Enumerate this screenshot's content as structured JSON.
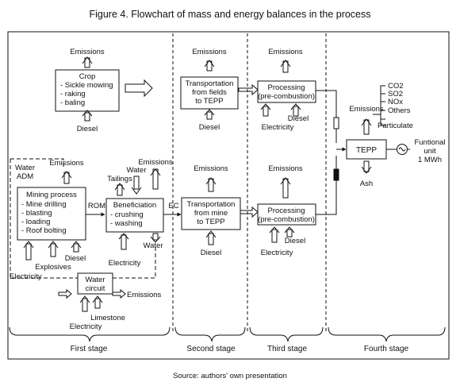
{
  "title": "Figure 4. Flowchart of mass and energy balances in the process",
  "source": "Source: authors' own presentation",
  "stages": [
    "First stage",
    "Second stage",
    "Third stage",
    "Fourth stage"
  ],
  "crop": {
    "emissions": "Emissions",
    "heading": "Crop",
    "items": [
      "- Sickle mowing",
      "- raking",
      "- baling"
    ],
    "diesel": "Diesel"
  },
  "transport_fields": {
    "emissions": "Emissions",
    "lines": [
      "Transportation",
      "from fields",
      "to TEPP"
    ],
    "diesel": "Diesel"
  },
  "processing_top": {
    "emissions": "Emissions",
    "lines": [
      "Processing",
      "(pre-combustion)"
    ],
    "electricity": "Electricity",
    "diesel": "Diesel"
  },
  "tepp": {
    "label": "TEPP",
    "emissions": "Emissions",
    "ash": "Ash",
    "emission_items": [
      "CO2",
      "SO2",
      "NOx",
      "Others",
      "Particulate"
    ],
    "functional_unit": [
      "Funtional",
      "unit",
      "1 MWh"
    ]
  },
  "mining": {
    "water": "Water",
    "adm": "ADM",
    "emissions": "Emissions",
    "heading": "Mining process",
    "items": [
      "- Mine drilling",
      "- blasting",
      "- loading",
      "- Roof bolting"
    ],
    "electricity": "Electricity",
    "explosives": "Explosives",
    "diesel": "Diesel"
  },
  "rom": "ROM",
  "beneficiation": {
    "tailings": "Tailings",
    "water_in": "Water",
    "emissions": "Emissions",
    "heading": "Beneficiation",
    "items": [
      "- crushing",
      "- washing"
    ],
    "electricity": "Electricity",
    "water_out": "Water"
  },
  "ec": "EC",
  "transport_mine": {
    "emissions": "Emissions",
    "lines": [
      "Transportation",
      "from mine",
      "to TEPP"
    ],
    "diesel": "Diesel"
  },
  "processing_bottom": {
    "emissions": "Emissions",
    "lines": [
      "Processing",
      "(pre-combustion)"
    ],
    "electricity": "Electricity",
    "diesel": "Diesel"
  },
  "water_circuit": {
    "lines": [
      "Water",
      "circuit"
    ],
    "emissions": "Emissions",
    "limestone": "Limestone",
    "electricity": "Electricity"
  }
}
